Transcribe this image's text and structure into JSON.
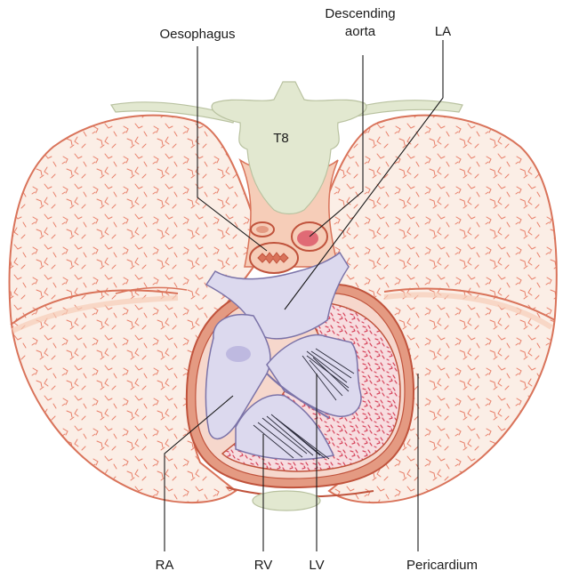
{
  "labels": {
    "oesophagus": "Oesophagus",
    "descending_aorta_line1": "Descending",
    "descending_aorta_line2": "aorta",
    "la": "LA",
    "t8": "T8",
    "ra": "RA",
    "rv": "RV",
    "lv": "LV",
    "pericardium": "Pericardium"
  },
  "colors": {
    "lung_fill": "#fbeee6",
    "lung_outline": "#d9735a",
    "lung_texture": "#e8806a",
    "vertebra": "#e2e8d0",
    "vertebra_outline": "#b9c2a0",
    "mediastinum": "#f6cdb8",
    "pericardium": "#e49a82",
    "pericardium_outline": "#c0533c",
    "chamber": "#dcd9ee",
    "chamber_outline": "#7b73a8",
    "myocardium": "#f2c9cf",
    "myocardium_texture": "#d8485f"
  }
}
